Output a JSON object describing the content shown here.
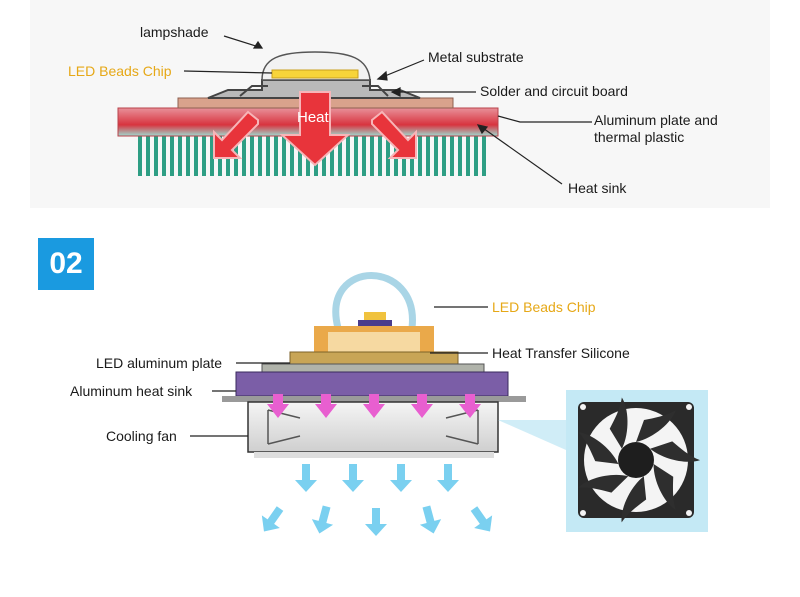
{
  "top_diagram": {
    "labels": {
      "lampshade": "lampshade",
      "led_chip": "LED Beads Chip",
      "metal_substrate": "Metal substrate",
      "solder": "Solder and circuit board",
      "aluminum_plate_line1": "Aluminum plate and",
      "aluminum_plate_line2": "thermal plastic",
      "heat_sink": "Heat sink",
      "heat": "Heat"
    }
  },
  "badge": "02",
  "bottom_diagram": {
    "labels": {
      "led_chip": "LED Beads Chip",
      "led_plate": "LED aluminum plate",
      "heat_transfer": "Heat Transfer Silicone",
      "al_heat_sink": "Aluminum heat sink",
      "cooling_fan": "Cooling fan"
    }
  },
  "colors": {
    "label_highlight": "#e6a817",
    "badge": "#1a9ae0",
    "heat_arrow": "#e8343b",
    "fin": "#2e9e84",
    "heat_sink_purple": "#7b5ea7",
    "air_arrow": "#7ad0f0"
  }
}
